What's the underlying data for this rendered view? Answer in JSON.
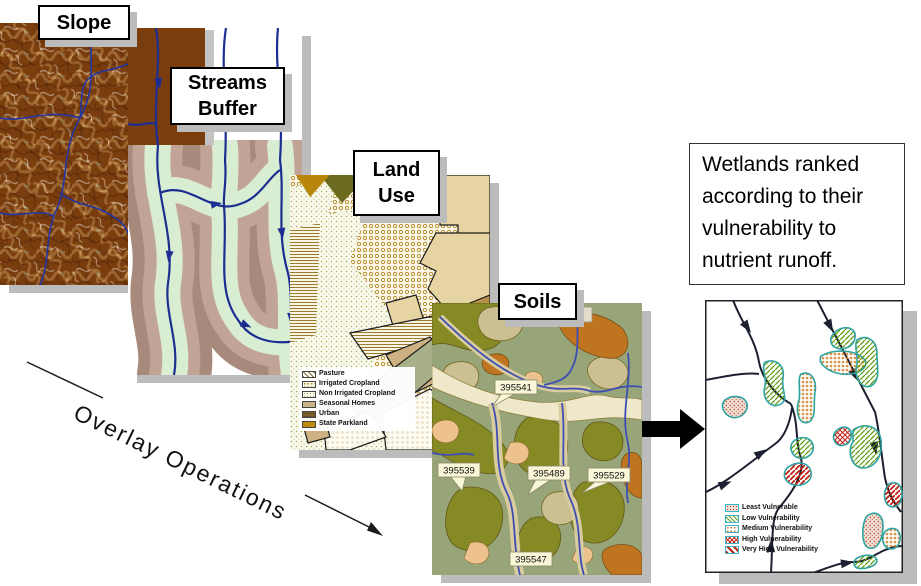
{
  "layers": [
    {
      "label": "Slope"
    },
    {
      "label": "Streams Buffer"
    },
    {
      "label": "Land Use"
    },
    {
      "label": "Soils"
    }
  ],
  "overlay_label": "Overlay Operations",
  "caption": "Wetlands ranked according to their vulnerability to nutrient runoff.",
  "land_use_legend": [
    {
      "label": "Pasture",
      "pattern": "brown-diagonal-hatch"
    },
    {
      "label": "Irrigated Cropland",
      "pattern": "gold-rings"
    },
    {
      "label": "Non Irrigated Cropland",
      "pattern": "green-speckle"
    },
    {
      "label": "Seasonal Homes",
      "pattern": "solid-tan"
    },
    {
      "label": "Urban",
      "pattern": "dark-brown-speckle"
    },
    {
      "label": "State Parkland",
      "pattern": "solid-gold"
    }
  ],
  "soil_labels": [
    "395541",
    "395539",
    "395489",
    "395529",
    "395547"
  ],
  "vulnerability_legend": [
    {
      "label": "Least Vulnerable",
      "pattern": "red-speckle"
    },
    {
      "label": "Low Vulnerability",
      "pattern": "green-hatch"
    },
    {
      "label": "Medium Vulnerability",
      "pattern": "orange-dots"
    },
    {
      "label": "High Vulnerability",
      "pattern": "red-crosshatch"
    },
    {
      "label": "Very High Vulnerability",
      "pattern": "red-stripes"
    }
  ],
  "colors": {
    "slope_base": "#7a3d0e",
    "stream_blue": "#2336a5",
    "buffer_green": "#d9edd2",
    "buffer_mauve_light": "#c2a496",
    "buffer_mauve_dark": "#a78a7c",
    "landuse_cream": "#efe7cc",
    "soils_olive": "#868a25",
    "soils_sage": "#98a578",
    "soils_orange": "#bf7420",
    "wetland_outline_teal": "#2fa3a0",
    "shadow_gray": "#bcbcbc"
  }
}
